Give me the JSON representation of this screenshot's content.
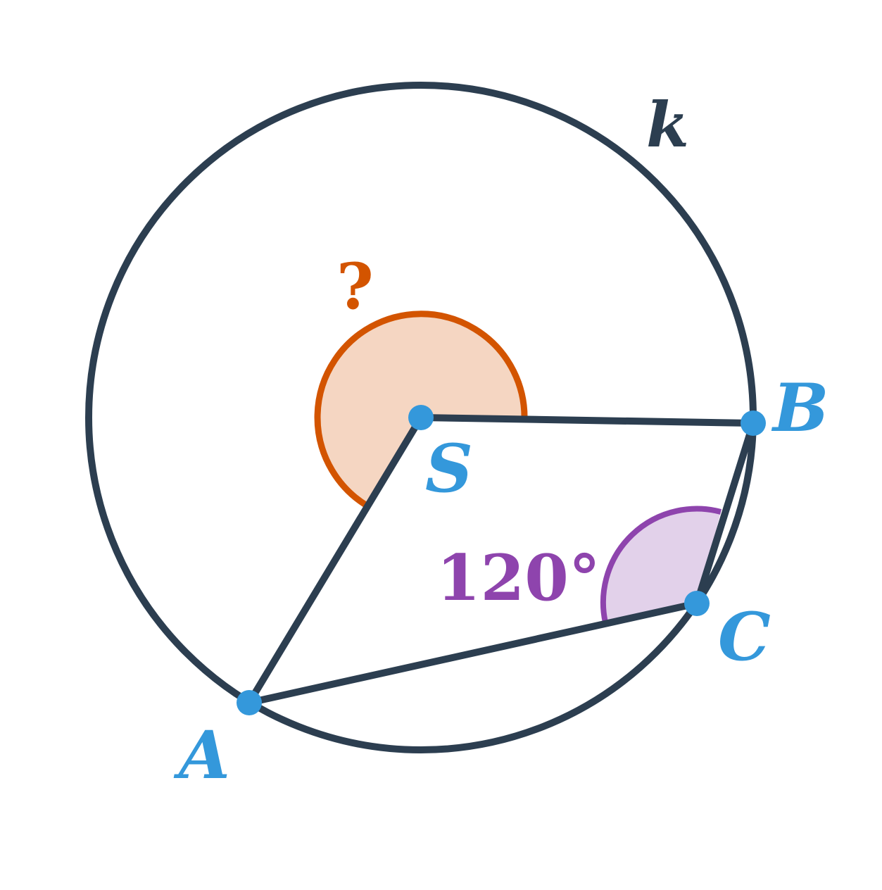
{
  "labels": {
    "circle": "k",
    "center": "S",
    "point_a": "A",
    "point_b": "B",
    "point_c": "C",
    "unknown_angle": "?",
    "known_angle": "120°"
  },
  "colors": {
    "stroke": "#2c3e50",
    "point": "#3498db",
    "unknown_angle_stroke": "#d35400",
    "unknown_angle_fill": "#f5d6c2",
    "known_angle_stroke": "#8e44ad",
    "known_angle_fill": "#e2d1ea"
  }
}
